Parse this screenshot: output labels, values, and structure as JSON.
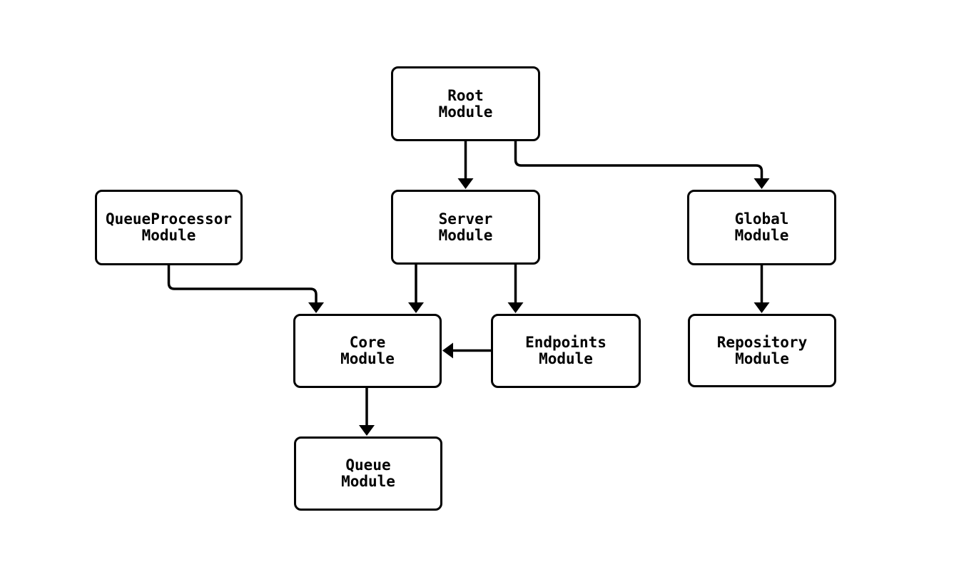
{
  "diagram": {
    "background_color": "#ffffff",
    "stroke_color": "#000000",
    "nodes": {
      "root": {
        "line1": "Root",
        "line2": "Module"
      },
      "queue_processor": {
        "line1": "QueueProcessor",
        "line2": "Module"
      },
      "server": {
        "line1": "Server",
        "line2": "Module"
      },
      "global": {
        "line1": "Global",
        "line2": "Module"
      },
      "core": {
        "line1": "Core",
        "line2": "Module"
      },
      "endpoints": {
        "line1": "Endpoints",
        "line2": "Module"
      },
      "repository": {
        "line1": "Repository",
        "line2": "Module"
      },
      "queue": {
        "line1": "Queue",
        "line2": "Module"
      }
    },
    "edges": [
      {
        "from": "Root Module",
        "to": "Server Module"
      },
      {
        "from": "Root Module",
        "to": "Global Module"
      },
      {
        "from": "QueueProcessor Module",
        "to": "Core Module"
      },
      {
        "from": "Server Module",
        "to": "Core Module"
      },
      {
        "from": "Server Module",
        "to": "Endpoints Module"
      },
      {
        "from": "Endpoints Module",
        "to": "Core Module"
      },
      {
        "from": "Global Module",
        "to": "Repository Module"
      },
      {
        "from": "Core Module",
        "to": "Queue Module"
      }
    ]
  }
}
